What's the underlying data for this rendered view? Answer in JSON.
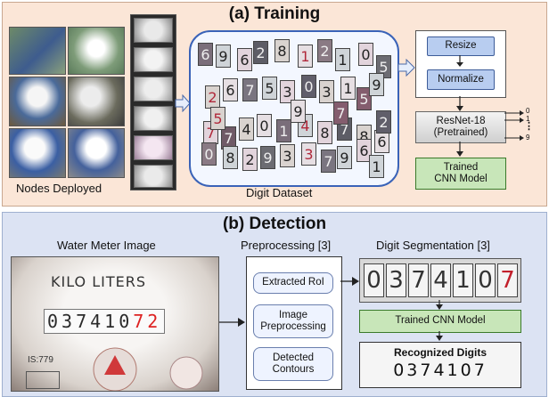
{
  "training": {
    "title": "(a) Training",
    "nodes_caption": "Nodes Deployed",
    "dataset_caption": "Digit Dataset",
    "dataset_digits": [
      "6",
      "9",
      "6",
      "2",
      "8",
      "1",
      "2",
      "1",
      "0",
      "5",
      "2",
      "6",
      "7",
      "5",
      "3",
      "0",
      "3",
      "1",
      "5",
      "9",
      "7",
      "7",
      "4",
      "0",
      "1",
      "4",
      "8",
      "7",
      "8",
      "6",
      "0",
      "8",
      "2",
      "9",
      "3",
      "3",
      "7",
      "9",
      "6",
      "2",
      "5",
      "9",
      "7",
      "1"
    ],
    "resize_label": "Resize",
    "normalize_label": "Normalize",
    "resnet_label": "ResNet-18 (Pretrained)",
    "resnet_line1": "ResNet-18",
    "resnet_line2": "(Pretrained)",
    "outputs": [
      "0",
      "1",
      "⋮",
      "9"
    ],
    "trained_line1": "Trained",
    "trained_line2": "CNN Model"
  },
  "detection": {
    "title": "(b) Detection",
    "water_meter_caption": "Water Meter Image",
    "preprocessing_caption": "Preprocessing [3]",
    "segmentation_caption": "Digit Segmentation [3]",
    "meter_label": "KILO LITERS",
    "meter_reading": "037410",
    "meter_red_digits": "72",
    "meter_serial": "IS:779",
    "steps": [
      "Extracted RoI",
      "Image Preprocessing",
      "Detected Contours"
    ],
    "step2_line1": "Image",
    "step2_line2": "Preprocessing",
    "step3_line1": "Detected",
    "step3_line2": "Contours",
    "segmented_digits": [
      "0",
      "3",
      "7",
      "4",
      "1",
      "0",
      "7"
    ],
    "trained_model_label": "Trained CNN Model",
    "recognized_title": "Recognized Digits",
    "recognized_value": "0374107"
  }
}
